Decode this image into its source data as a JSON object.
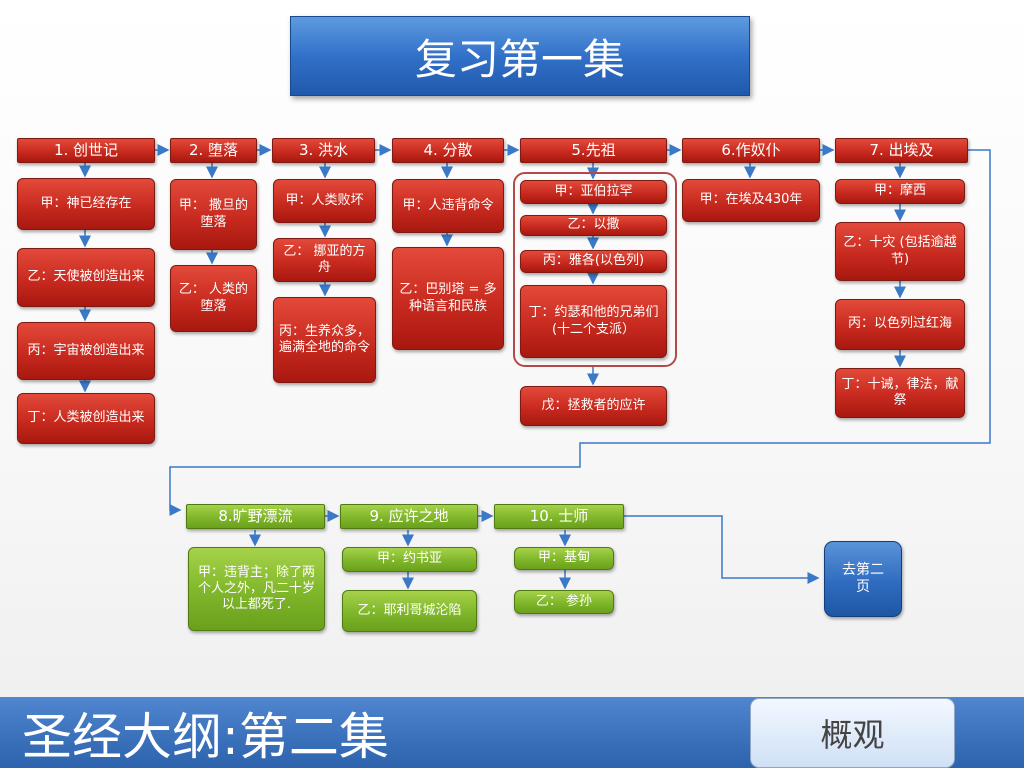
{
  "title": "复习第一集",
  "row1": {
    "h1": "1. 创世记",
    "h2": "2. 堕落",
    "h3": "3. 洪水",
    "h4": "4. 分散",
    "h5": "5.先祖",
    "h6": "6.作奴仆",
    "h7": "7. 出埃及",
    "c1": [
      "甲：神已经存在",
      "乙：天使被创造出来",
      "丙：宇宙被创造出来",
      "丁：人类被创造出来"
    ],
    "c2": [
      "甲： 撒旦的堕落",
      "乙： 人类的堕落"
    ],
    "c3": [
      "甲：人类败坏",
      "乙： 挪亚的方舟",
      "丙：生养众多，遍满全地的命令"
    ],
    "c4": [
      "甲：人违背命令",
      "乙：巴别塔 = 多种语言和民族"
    ],
    "c5": [
      "甲：亚伯拉罕",
      "乙：以撒",
      "丙：雅各(以色列)",
      "丁：约瑟和他的兄弟们(十二个支派）",
      "戊：拯救者的应许"
    ],
    "c6": [
      "甲：在埃及430年"
    ],
    "c7": [
      "甲：摩西",
      "乙：十灾 (包括逾越节)",
      "丙：以色列过红海",
      "丁：十诫，律法，献祭"
    ]
  },
  "row2": {
    "h8": "8.旷野漂流",
    "h9": "9. 应许之地",
    "h10": "10. 士师",
    "c8": [
      "甲：违背主；除了两个人之外，凡二十岁以上都死了."
    ],
    "c9": [
      "甲：约书亚",
      "乙：耶利哥城沦陷"
    ],
    "c10": [
      "甲：基甸",
      "乙： 参孙"
    ]
  },
  "next": "去第二页",
  "footer": {
    "title": "圣经大纲:第二集",
    "overview": "概观"
  }
}
